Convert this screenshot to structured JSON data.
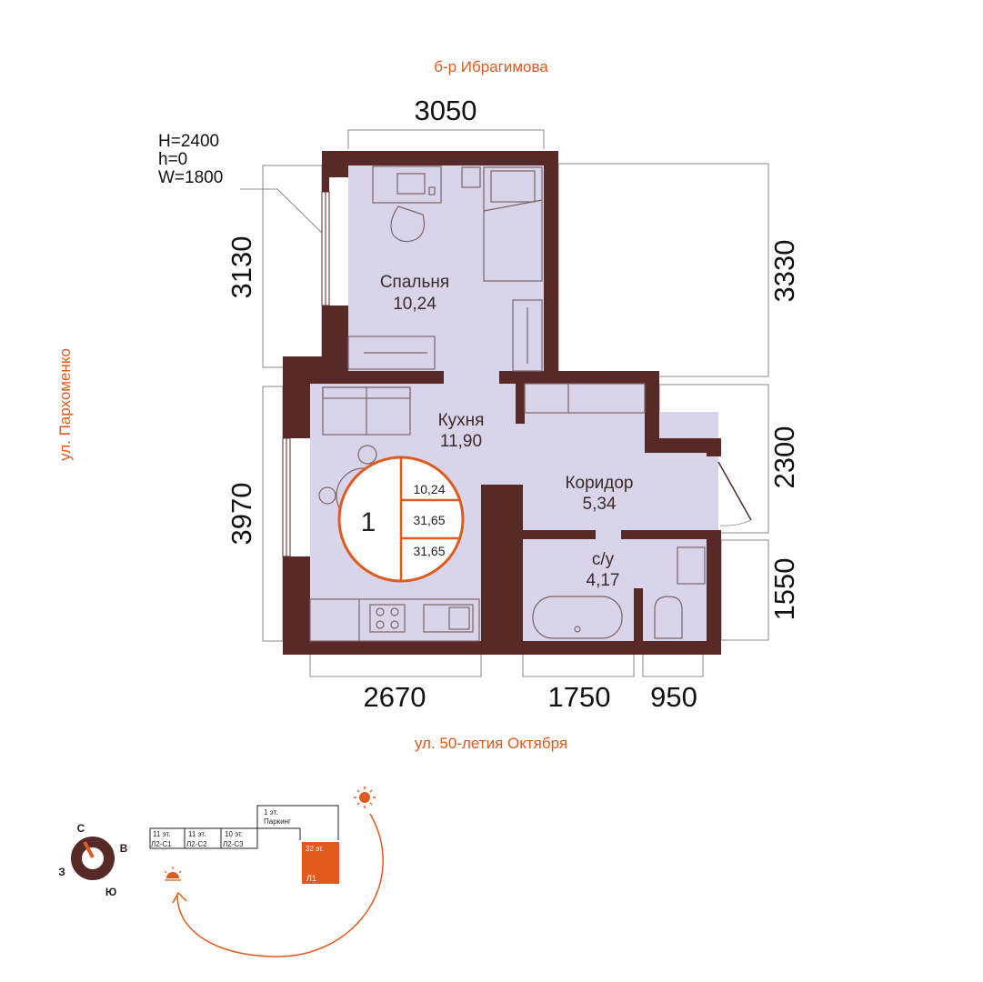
{
  "streets": {
    "top": "б-р Ибрагимова",
    "bottom": "ул. 50-летия Октября",
    "left": "ул. Пархоменко"
  },
  "window_spec": [
    "H=2400",
    "h=0",
    "W=1800"
  ],
  "dimensions": {
    "top": "3050",
    "left_upper": "3130",
    "left_lower": "3970",
    "right_upper": "3330",
    "right_middle": "2300",
    "right_lower": "1550",
    "bottom_left": "2670",
    "bottom_middle": "1750",
    "bottom_right": "950"
  },
  "rooms": [
    {
      "name": "Спальня",
      "area": "10,24"
    },
    {
      "name": "Кухня",
      "area": "11,90"
    },
    {
      "name": "Коридор",
      "area": "5,34"
    },
    {
      "name": "с/у",
      "area": "4,17"
    }
  ],
  "badge": {
    "rooms_count": "1",
    "areas": [
      "10,24",
      "31,65",
      "31,65"
    ]
  },
  "compass": {
    "north": "С",
    "east": "В",
    "south": "Ю",
    "west": "З"
  },
  "site_plan": {
    "blocks": [
      {
        "floors": "11 эт.",
        "label": "Л2-С1"
      },
      {
        "floors": "11 эт.",
        "label": "Л2-С2"
      },
      {
        "floors": "10 эт.",
        "label": "Л2-С3"
      }
    ],
    "parking": {
      "floors": "1 эт.",
      "label": "Паркинг"
    },
    "current": {
      "floors": "32 эт.",
      "label": "Л1"
    }
  },
  "colors": {
    "wall": "#582a27",
    "floor": "#d8d5ea",
    "accent": "#e05a1e",
    "outline": "#8a8a8a"
  }
}
